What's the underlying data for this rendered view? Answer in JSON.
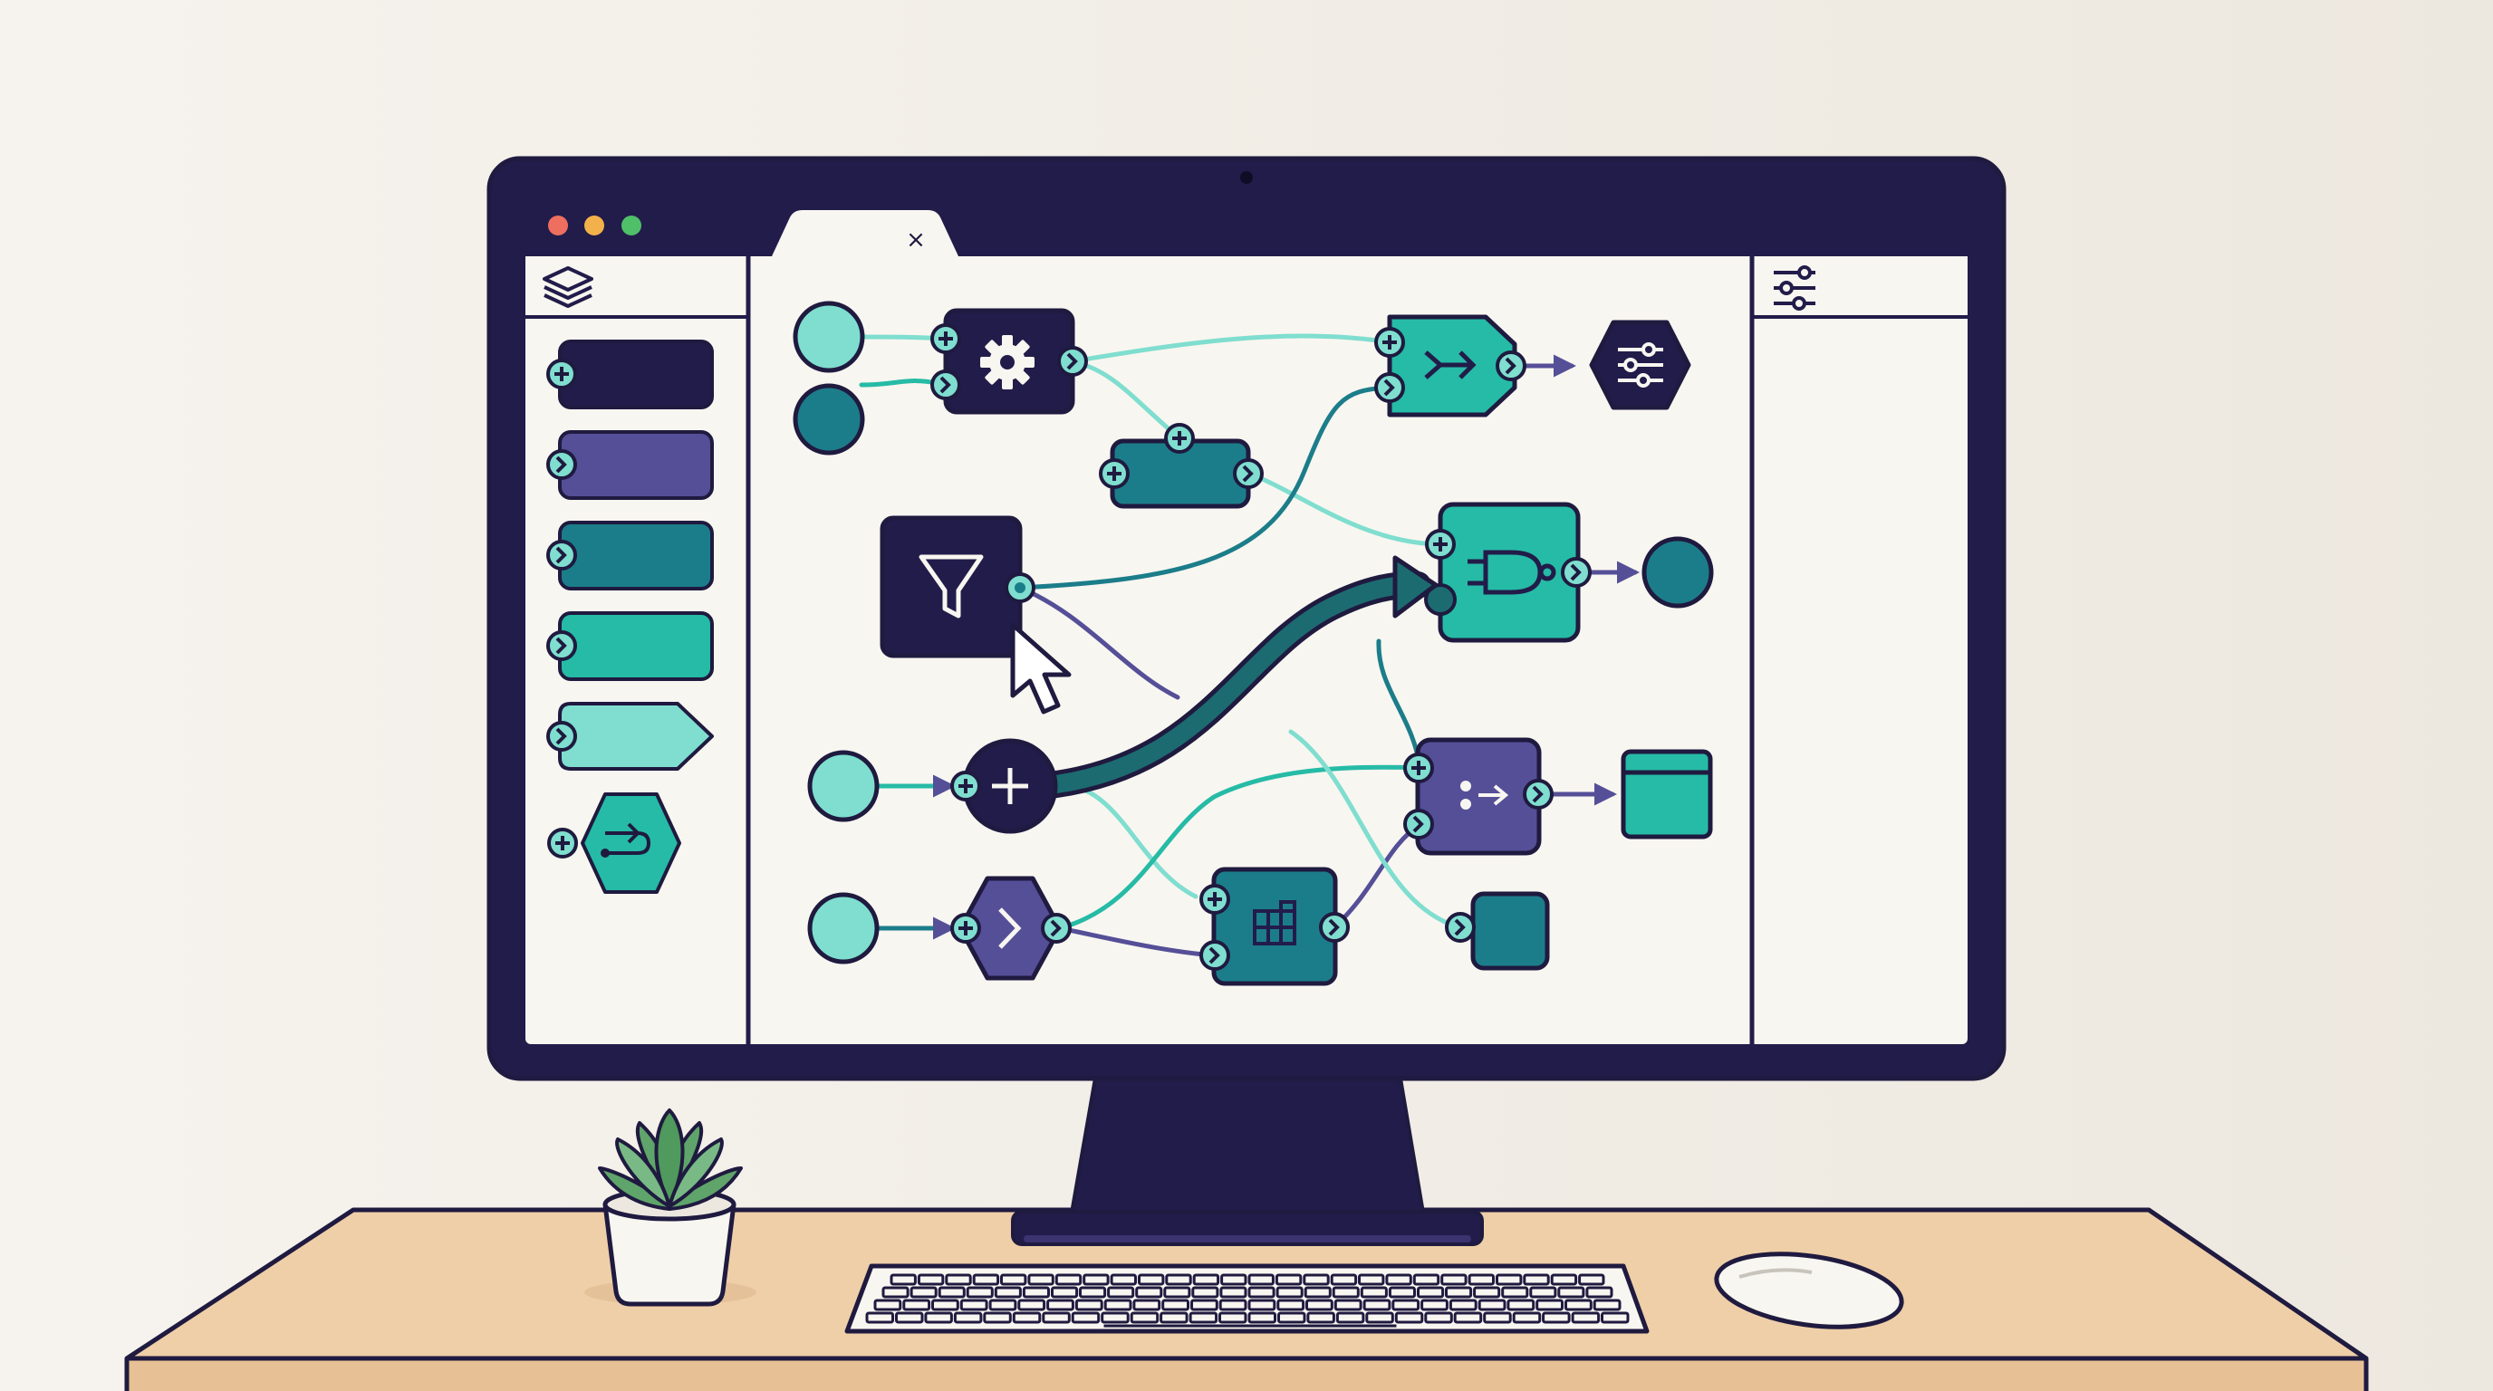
{
  "window": {
    "controls": [
      "close",
      "minimize",
      "maximize"
    ],
    "tab": {
      "close_label": "×"
    }
  },
  "colors": {
    "frame": "#221c4a",
    "ink": "#1f1a3f",
    "paper": "#f8f6f0",
    "wall": "#f3f0ea",
    "indigo": "#554f98",
    "teal_dark": "#1c7d8a",
    "teal": "#26bba6",
    "mint": "#7fdecf",
    "desk": "#efcfa8",
    "plant": "#5fa46a",
    "win_close": "#ee6f5f",
    "win_min": "#f3b14b",
    "win_max": "#4fbf6a"
  },
  "sidebar": {
    "header_icon": "layers-icon",
    "palette": [
      {
        "shape": "rounded-rect",
        "port": "plus",
        "color": "#221c4a"
      },
      {
        "shape": "rounded-rect",
        "port": "chevron",
        "color": "#554f98"
      },
      {
        "shape": "rounded-rect",
        "port": "chevron",
        "color": "#1c7d8a"
      },
      {
        "shape": "rounded-rect",
        "port": "chevron",
        "color": "#26bba6"
      },
      {
        "shape": "tag",
        "port": "chevron",
        "color": "#7fdecf"
      },
      {
        "shape": "hexagon",
        "port": "plus",
        "color": "#26bba6",
        "icon": "route-icon"
      }
    ]
  },
  "canvas": {
    "nodes": [
      {
        "id": "in1",
        "kind": "circle",
        "color": "#7fdecf"
      },
      {
        "id": "in2",
        "kind": "circle",
        "color": "#1c7d8a"
      },
      {
        "id": "settings",
        "kind": "block",
        "color": "#221c4a",
        "icon": "gear-icon"
      },
      {
        "id": "transform",
        "kind": "block",
        "color": "#1c7d8a",
        "icon": "none"
      },
      {
        "id": "filter",
        "kind": "block",
        "color": "#221c4a",
        "icon": "filter-icon"
      },
      {
        "id": "merge",
        "kind": "tag",
        "color": "#26bba6",
        "icon": "merge-arrow-icon"
      },
      {
        "id": "config",
        "kind": "hexagon",
        "color": "#221c4a",
        "icon": "sliders-icon"
      },
      {
        "id": "gate",
        "kind": "block",
        "color": "#26bba6",
        "icon": "logic-gate-icon"
      },
      {
        "id": "out1",
        "kind": "circle",
        "color": "#1c7d8a"
      },
      {
        "id": "in3",
        "kind": "circle",
        "color": "#7fdecf"
      },
      {
        "id": "add",
        "kind": "circle",
        "color": "#221c4a",
        "icon": "plus-icon"
      },
      {
        "id": "split",
        "kind": "block",
        "color": "#554f98",
        "icon": "split-icon"
      },
      {
        "id": "out2",
        "kind": "window",
        "color": "#26bba6"
      },
      {
        "id": "in4",
        "kind": "circle",
        "color": "#7fdecf"
      },
      {
        "id": "next",
        "kind": "hexagon",
        "color": "#554f98",
        "icon": "chevron-right-icon"
      },
      {
        "id": "grid",
        "kind": "block",
        "color": "#1c7d8a",
        "icon": "grid-icon"
      },
      {
        "id": "out3",
        "kind": "block",
        "color": "#1c7d8a",
        "icon": "none"
      }
    ],
    "cursor": "pointer-cursor-icon",
    "drag_connection_color": "#1c6b70"
  },
  "inspector": {
    "header_icon": "sliders-icon"
  }
}
